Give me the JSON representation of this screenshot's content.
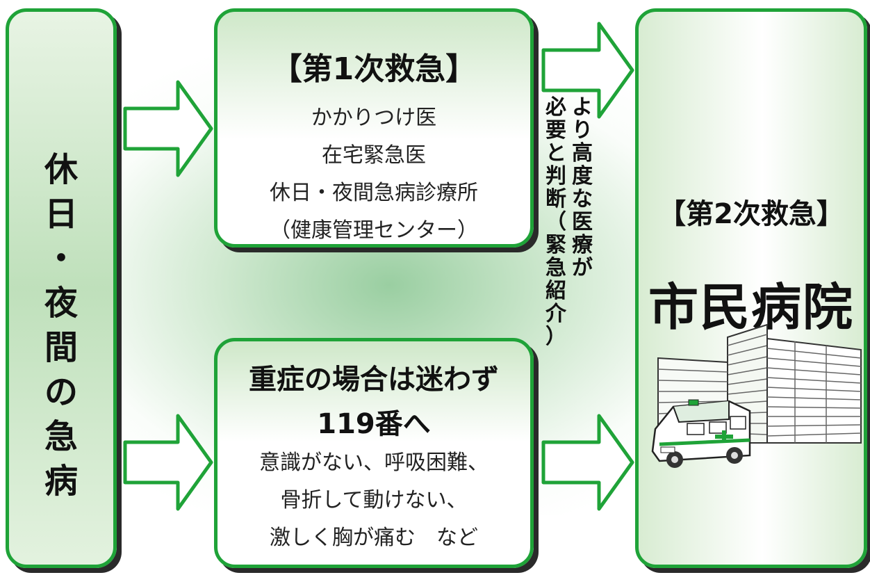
{
  "left_box": {
    "chars": [
      "休",
      "日",
      "・",
      "夜",
      "間",
      "の",
      "急",
      "病"
    ]
  },
  "primary": {
    "title": "【第1次救急】",
    "lines": [
      "かかりつけ医",
      "在宅緊急医",
      "休日・夜間急病診療所",
      "（健康管理センター）"
    ]
  },
  "severe": {
    "title_line1": "重症の場合は迷わず",
    "title_line2": "119番へ",
    "lines": [
      "意識がない、呼吸困難、",
      "骨折して動けない、",
      "激しく胸が痛む　など"
    ]
  },
  "referral_note": {
    "column1": [
      "よ",
      "り",
      "高",
      "度",
      "な",
      "医",
      "療",
      "が"
    ],
    "column2": [
      "必",
      "要",
      "と",
      "判",
      "断",
      "（",
      "緊",
      "急",
      "紹",
      "介",
      "）"
    ]
  },
  "secondary": {
    "title": "【第2次救急】",
    "name": "市民病院"
  },
  "colors": {
    "accent": "#1fa338",
    "shadow": "#2a2a2a"
  },
  "icons": [
    "arrow-right-icon",
    "hospital-building-icon",
    "ambulance-icon"
  ]
}
